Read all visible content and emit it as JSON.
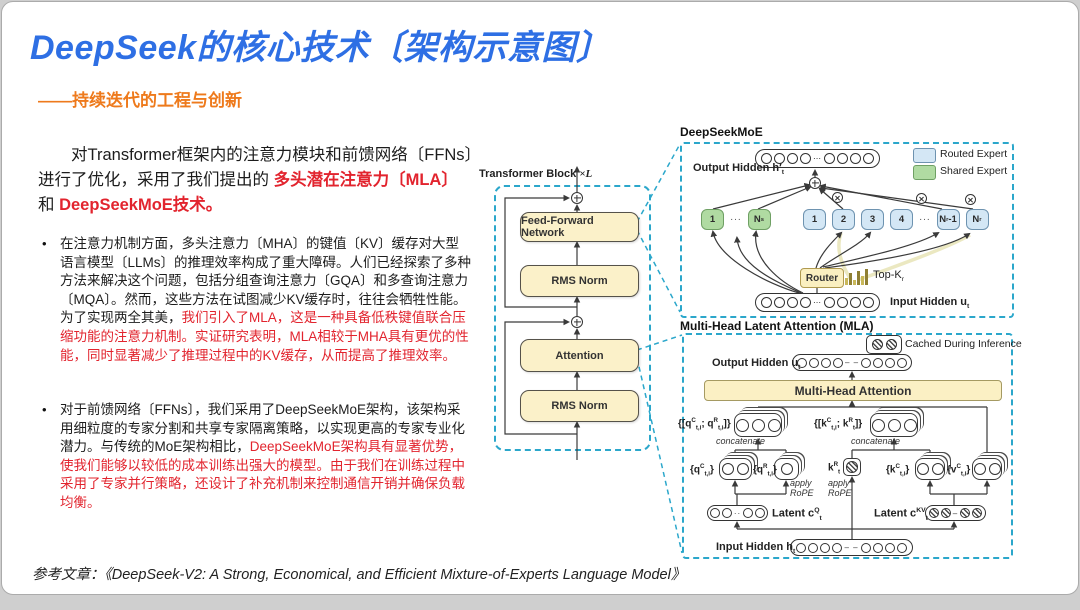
{
  "slide": {
    "title": "DeepSeek的核心技术〔架构示意图〕",
    "subtitle": "——持续迭代的工程与创新",
    "reference": "参考文章：《DeepSeek-V2: A Strong, Economical, and Efficient Mixture-of-Experts Language Model》"
  },
  "colors": {
    "title_blue": "#2E6FE4",
    "accent_orange": "#EE7A1C",
    "highlight_red": "#E2242E",
    "dashed_cyan": "#2BA7CB",
    "box_yellow": "#FBF1C9",
    "routed_blue": "#D4E7F5",
    "shared_green": "#B0DBA2"
  },
  "intro": {
    "segments": [
      {
        "t": "　　对Transformer框架内的注意力模块和前馈网络〔FFNs〕进行了优化，采用了我们提出的 ",
        "c": ""
      },
      {
        "t": "多头潜在注意力〔MLA〕",
        "c": "red"
      },
      {
        "t": " 和 ",
        "c": ""
      },
      {
        "t": "DeepSeekMoE技术。",
        "c": "red"
      }
    ]
  },
  "bullets": [
    {
      "marker": "•",
      "segments": [
        {
          "t": "在注意力机制方面，多头注意力〔MHA〕的键值〔KV〕缓存对大型语言模型〔LLMs〕的推理效率构成了重大障碍。人们已经探索了多种方法来解决这个问题，包括分组查询注意力〔GQA〕和多查询注意力〔MQA〕。然而，这些方法在试图减少KV缓存时，往往会牺牲性能。为了实现两全其美，",
          "c": ""
        },
        {
          "t": "我们引入了MLA，这是一种具备低秩键值联合压缩功能的注意力机制。实证研究表明，MLA相较于MHA具有更优的性能，同时显著减少了推理过程中的KV缓存，从而提高了推理效率。",
          "c": "red"
        }
      ]
    },
    {
      "marker": "•",
      "segments": [
        {
          "t": "对于前馈网络〔FFNs〕，我们采用了DeepSeekMoE架构，该架构采用细粒度的专家分割和共享专家隔离策略，以实现更高的专家专业化潜力。与传统的MoE架构相比，",
          "c": ""
        },
        {
          "t": "DeepSeekMoE架构具有显著优势，使我们能够以较低的成本训练出强大的模型。由于我们在训练过程中采用了专家并行策略，还设计了补充机制来控制通信开销并确保负载均衡。",
          "c": "red"
        }
      ]
    }
  ],
  "transformer": {
    "label": "Transformer Block",
    "times": "×L",
    "boxes": [
      "Feed-Forward Network",
      "RMS Norm",
      "Attention",
      "RMS Norm"
    ]
  },
  "moe": {
    "title": "DeepSeekMoE",
    "output_label": "Output Hidden h′_{t}",
    "input_label": "Input Hidden u_{t}",
    "legend": [
      {
        "label": "Routed Expert"
      },
      {
        "label": "Shared Expert"
      }
    ],
    "router_label": "Router",
    "topk_label": "Top-K_{r}",
    "shared_experts": [
      "1",
      "···",
      "N_{s}"
    ],
    "routed_experts": [
      "1",
      "2",
      "3",
      "4",
      "···",
      "N_{r}-1",
      "N_{r}"
    ]
  },
  "mla": {
    "title": "Multi-Head Latent Attention (MLA)",
    "cache_label": "Cached During Inference",
    "output_label": "Output Hidden u_{t}",
    "mha_label": "Multi-Head Attention",
    "input_label": "Input Hidden h_{t}",
    "labels": {
      "q_concat": "{[q^{C}_{t,i}; q^{R}_{t,i}]}",
      "k_concat": "{[k^{C}_{t,i}; k^{R}_{t}]}",
      "concatenate": "concatenate",
      "q_c": "{q^{C}_{t,i}}",
      "q_r": "{q^{R}_{t,i}}",
      "k_r": "k^{R}_{t}",
      "k_c": "{k^{C}_{t,i}}",
      "v_c": "{v^{C}_{t,i}}",
      "apply_rope": "apply\nRoPE",
      "latent_q": "Latent c^{Q}_{t}",
      "latent_kv": "Latent c^{KV}_{t}"
    }
  }
}
